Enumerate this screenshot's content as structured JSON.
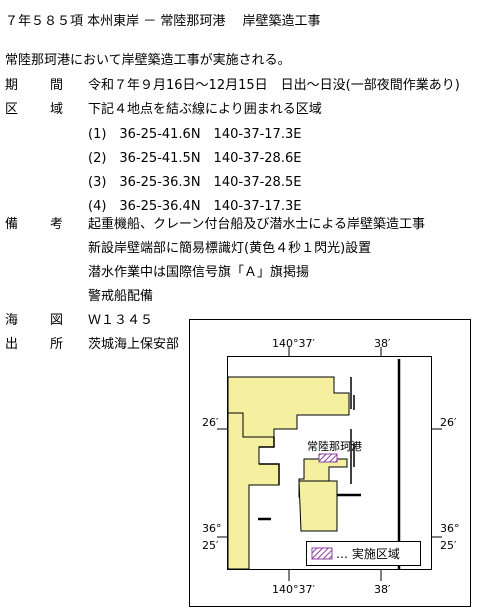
{
  "notice": {
    "title": "７年５８５項 本州東岸 － 常陸那珂港　 岸壁築造工事",
    "intro": "常陸那珂港において岸壁築造工事が実施される。",
    "period": {
      "label_a": "期",
      "label_b": "間",
      "value": "令和７年９月16日～12月15日　日出～日没(一部夜間作業あり)"
    },
    "area": {
      "label_a": "区",
      "label_b": "域",
      "value": "下記４地点を結ぶ線により囲まれる区域",
      "points": [
        "(1)　36-25-41.6N　140-37-17.3E",
        "(2)　36-25-41.5N　140-37-28.6E",
        "(3)　36-25-36.3N　140-37-28.5E",
        "(4)　36-25-36.4N　140-37-17.3E"
      ]
    },
    "remarks": {
      "label_a": "備",
      "label_b": "考",
      "lines": [
        "起重機船、クレーン付台船及び潜水士による岸壁築造工事",
        "新設岸壁端部に簡易標識灯(黄色４秒１閃光)設置",
        "潜水作業中は国際信号旗「Ａ」旗掲揚",
        "警戒船配備"
      ]
    },
    "chart": {
      "label_a": "海",
      "label_b": "図",
      "value": "Ｗ１３４５"
    },
    "source": {
      "label_a": "出",
      "label_b": "所",
      "value": "茨城海上保安部"
    }
  },
  "map": {
    "lon_top_left": "140°37′",
    "lon_top_right": "38′",
    "lat_26_left": "26′",
    "lat_26_right": "26′",
    "lat_deg_left": "36°",
    "lat_min_left": "25′",
    "lat_deg_right": "36°",
    "lat_min_right": "25′",
    "lon_bottom_left": "140°37′",
    "lon_bottom_right": "38′",
    "port_name": "常陸那珂港",
    "legend_label": "… 実施区域",
    "land_color": "#f5f0a0",
    "area_hatch_color": "#8b3fa0"
  }
}
